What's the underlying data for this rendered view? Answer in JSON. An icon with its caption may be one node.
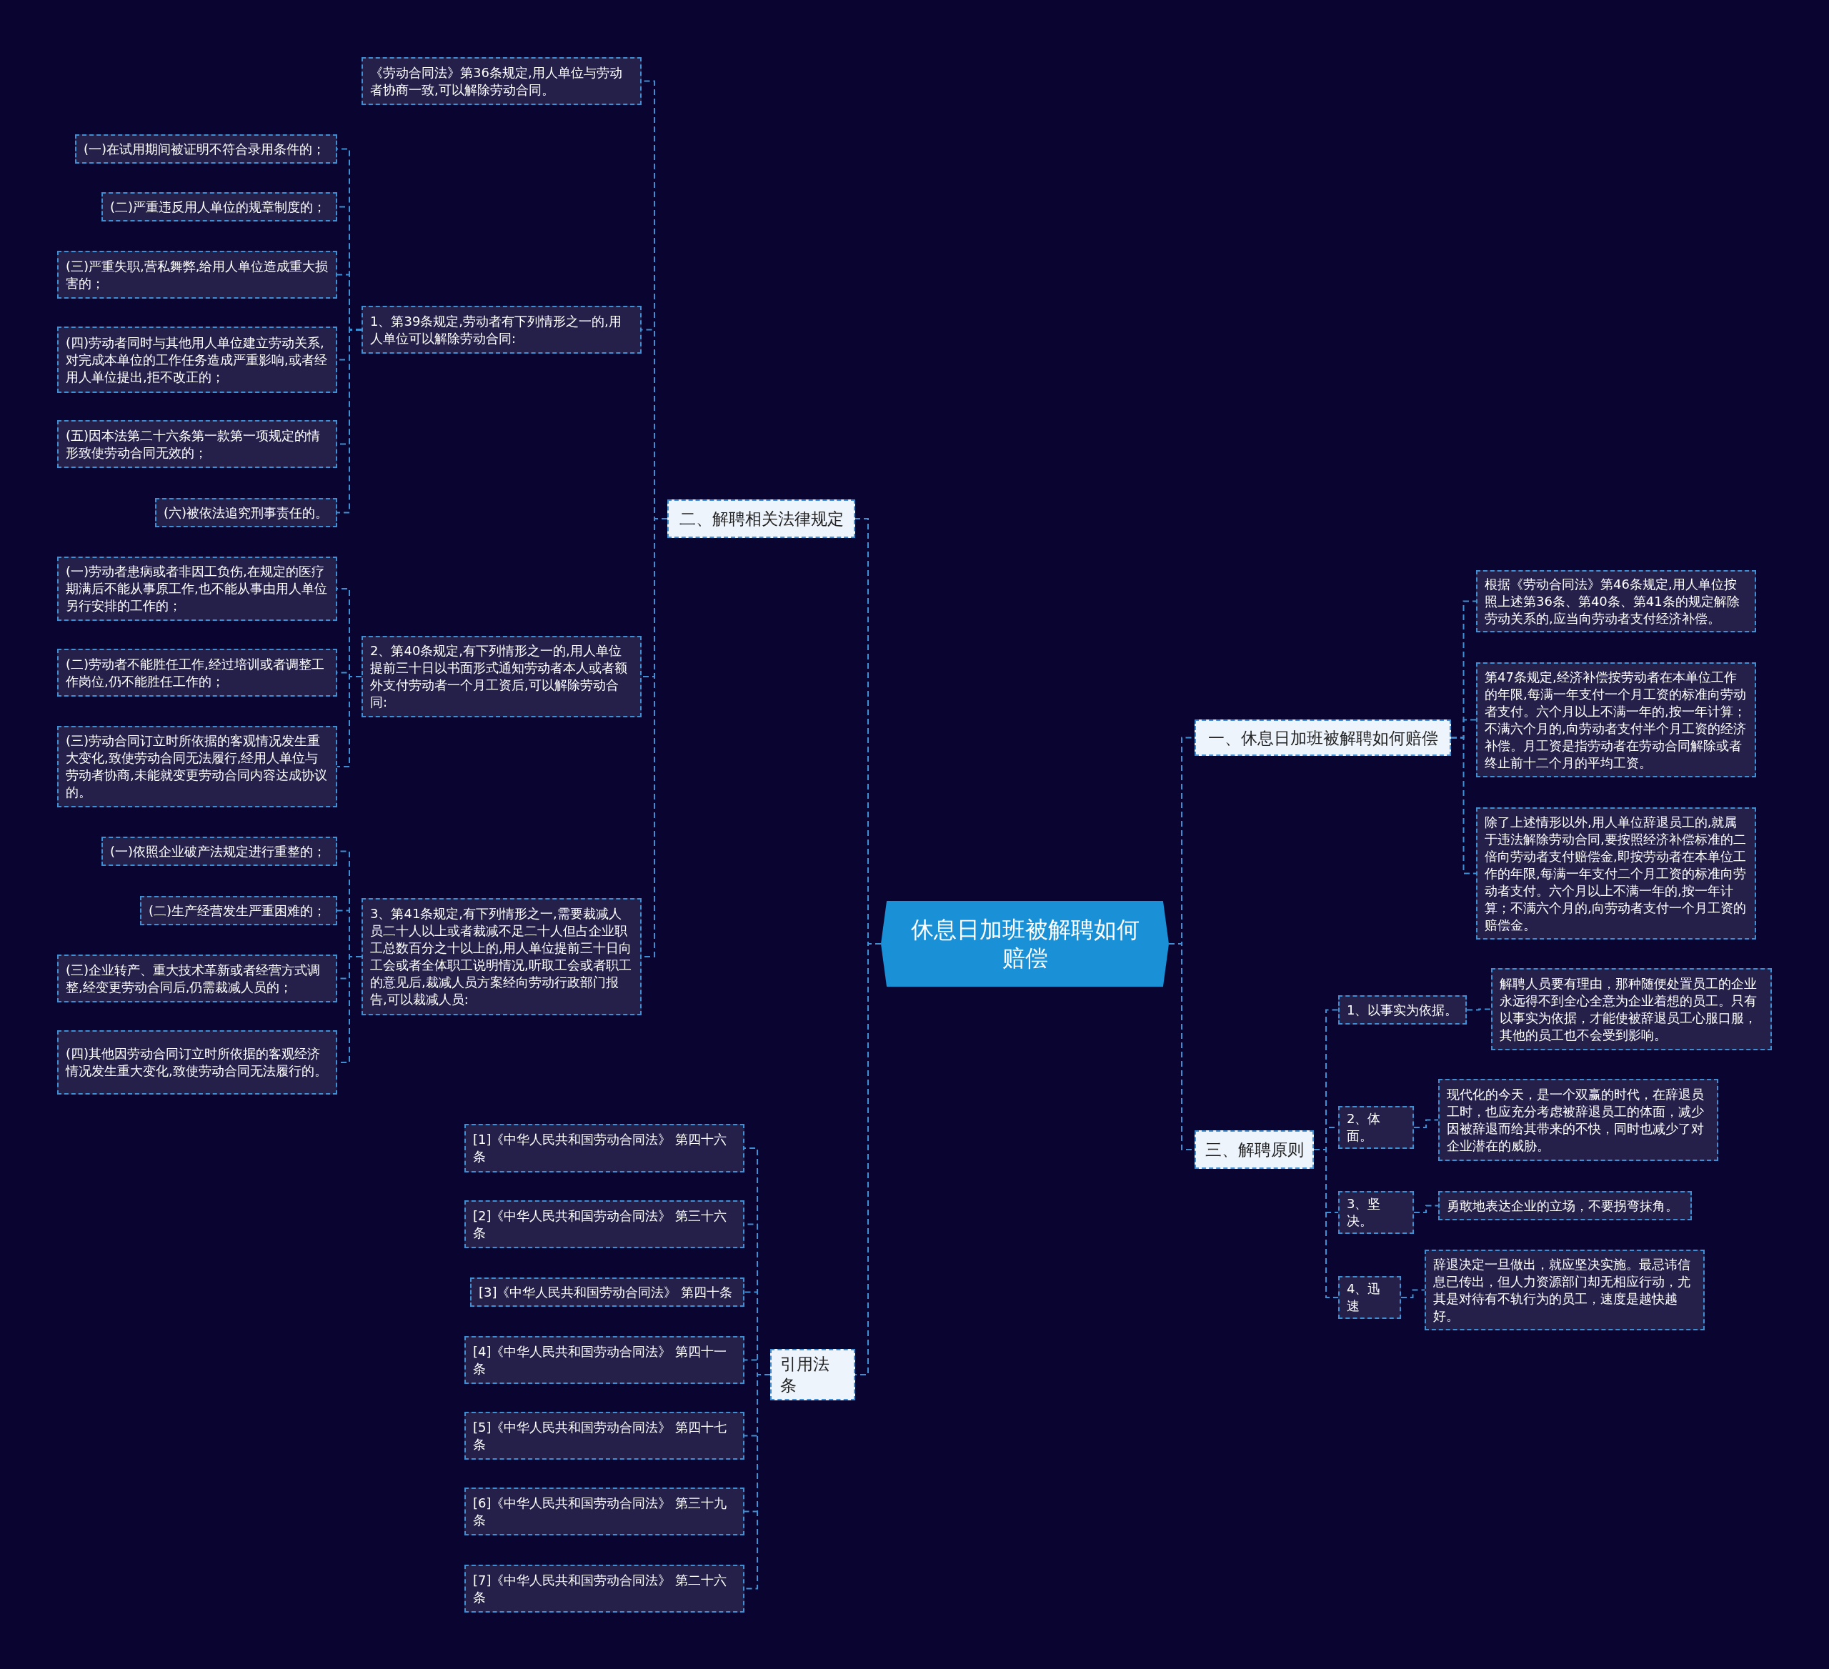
{
  "diagram": {
    "nodes": [
      {
        "text": [
          "休息日加班被解聘如何赔偿"
        ]
      },
      {
        "text": [
          "一、休息日加班被解聘如何赔偿"
        ]
      },
      {
        "text": [
          "根据《劳动合同法》第46条规定,用人单位按照上述第36条、第40条、第41条的规定解除劳动关系的,应当向劳动者支付经济补偿。"
        ]
      },
      {
        "text": [
          "第47条规定,经济补偿按劳动者在本单位工作的年限,每满一年支付一个月工资的标准向劳动者支付。六个月以上不满一年的,按一年计算；不满六个月的,向劳动者支付半个月工资的经济补偿。月工资是指劳动者在劳动合同解除或者终止前十二个月的平均工资。"
        ]
      },
      {
        "text": [
          "除了上述情形以外,用人单位辞退员工的,就属于违法解除劳动合同,要按照经济补偿标准的二倍向劳动者支付赔偿金,即按劳动者在本单位工作的年限,每满一年支付二个月工资的标准向劳动者支付。六个月以上不满一年的,按一年计算；不满六个月的,向劳动者支付一个月工资的赔偿金。"
        ]
      },
      {
        "text": [
          "二、解聘相关法律规定"
        ]
      },
      {
        "text": [
          "《劳动合同法》第36条规定,用人单位与劳动者协商一致,可以解除劳动合同。"
        ]
      },
      {
        "text": [
          "1、第39条规定,劳动者有下列情形之一的,用人单位可以解除劳动合同:"
        ]
      },
      {
        "text": [
          "(一)在试用期间被证明不符合录用条件的；"
        ]
      },
      {
        "text": [
          "(二)严重违反用人单位的规章制度的；"
        ]
      },
      {
        "text": [
          "(三)严重失职,营私舞弊,给用人单位造成重大损害的；"
        ]
      },
      {
        "text": [
          "(四)劳动者同时与其他用人单位建立劳动关系,对完成本单位的工作任务造成严重影响,或者经用人单位提出,拒不改正的；"
        ]
      },
      {
        "text": [
          "(五)因本法第二十六条第一款第一项规定的情形致使劳动合同无效的；"
        ]
      },
      {
        "text": [
          "(六)被依法追究刑事责任的。"
        ]
      },
      {
        "text": [
          "2、第40条规定,有下列情形之一的,用人单位提前三十日以书面形式通知劳动者本人或者额外支付劳动者一个月工资后,可以解除劳动合同:"
        ]
      },
      {
        "text": [
          "(一)劳动者患病或者非因工负伤,在规定的医疗期满后不能从事原工作,也不能从事由用人单位另行安排的工作的；"
        ]
      },
      {
        "text": [
          "(二)劳动者不能胜任工作,经过培训或者调整工作岗位,仍不能胜任工作的；"
        ]
      },
      {
        "text": [
          "(三)劳动合同订立时所依据的客观情况发生重大变化,致使劳动合同无法履行,经用人单位与劳动者协商,未能就变更劳动合同内容达成协议的。"
        ]
      },
      {
        "text": [
          "3、第41条规定,有下列情形之一,需要裁减人员二十人以上或者裁减不足二十人但占企业职工总数百分之十以上的,用人单位提前三十日向工会或者全体职工说明情况,听取工会或者职工的意见后,裁减人员方案经向劳动行政部门报告,可以裁减人员:"
        ]
      },
      {
        "text": [
          "(一)依照企业破产法规定进行重整的；"
        ]
      },
      {
        "text": [
          "(二)生产经营发生严重困难的；"
        ]
      },
      {
        "text": [
          "(三)企业转产、重大技术革新或者经营方式调整,经变更劳动合同后,仍需裁减人员的；"
        ]
      },
      {
        "text": [
          "(四)其他因劳动合同订立时所依据的客观经济情况发生重大变化,致使劳动合同无法履行的。"
        ]
      },
      {
        "text": [
          "三、解聘原则"
        ]
      },
      {
        "text": [
          "1、以事实为依据。"
        ]
      },
      {
        "text": [
          "解聘人员要有理由，那种随便处置员工的企业永远得不到全心全意为企业着想的员工。只有以事实为依据，才能使被辞退员工心服口服，其他的员工也不会受到影响。"
        ]
      },
      {
        "text": [
          "2、体面。"
        ]
      },
      {
        "text": [
          "现代化的今天，是一个双赢的时代，在辞退员工时，也应充分考虑被辞退员工的体面，减少因被辞退而给其带来的不快，同时也减少了对企业潜在的威胁。"
        ]
      },
      {
        "text": [
          "3、坚决。"
        ]
      },
      {
        "text": [
          "勇敢地表达企业的立场，不要拐弯抹角。"
        ]
      },
      {
        "text": [
          "4、迅速"
        ]
      },
      {
        "text": [
          "辞退决定一旦做出，就应坚决实施。最忌讳信息已传出，但人力资源部门却无相应行动，尤其是对待有不轨行为的员工，速度是越快越好。"
        ]
      },
      {
        "text": [
          "引用法条"
        ]
      },
      {
        "text": [
          "[1]《中华人民共和国劳动合同法》 第四十六条"
        ]
      },
      {
        "text": [
          "[2]《中华人民共和国劳动合同法》 第三十六条"
        ]
      },
      {
        "text": [
          "[3]《中华人民共和国劳动合同法》 第四十条"
        ]
      },
      {
        "text": [
          "[4]《中华人民共和国劳动合同法》 第四十一条"
        ]
      },
      {
        "text": [
          "[5]《中华人民共和国劳动合同法》 第四十七条"
        ]
      },
      {
        "text": [
          "[6]《中华人民共和国劳动合同法》 第三十九条"
        ]
      },
      {
        "text": [
          "[7]《中华人民共和国劳动合同法》 第二十六条"
        ]
      }
    ],
    "edges": [
      {
        "from": 0,
        "to": 1,
        "arrow": "none"
      },
      {
        "from": 1,
        "to": 2,
        "arrow": "none"
      },
      {
        "from": 1,
        "to": 3,
        "arrow": "none"
      },
      {
        "from": 1,
        "to": 4,
        "arrow": "none"
      },
      {
        "from": 0,
        "to": 5,
        "arrow": "none"
      },
      {
        "from": 5,
        "to": 6,
        "arrow": "none"
      },
      {
        "from": 5,
        "to": 7,
        "arrow": "none"
      },
      {
        "from": 7,
        "to": 8,
        "arrow": "none"
      },
      {
        "from": 7,
        "to": 9,
        "arrow": "none"
      },
      {
        "from": 7,
        "to": 10,
        "arrow": "none"
      },
      {
        "from": 7,
        "to": 11,
        "arrow": "none"
      },
      {
        "from": 7,
        "to": 12,
        "arrow": "none"
      },
      {
        "from": 7,
        "to": 13,
        "arrow": "none"
      },
      {
        "from": 5,
        "to": 14,
        "arrow": "none"
      },
      {
        "from": 14,
        "to": 15,
        "arrow": "none"
      },
      {
        "from": 14,
        "to": 16,
        "arrow": "none"
      },
      {
        "from": 14,
        "to": 17,
        "arrow": "none"
      },
      {
        "from": 5,
        "to": 18,
        "arrow": "none"
      },
      {
        "from": 18,
        "to": 19,
        "arrow": "none"
      },
      {
        "from": 18,
        "to": 20,
        "arrow": "none"
      },
      {
        "from": 18,
        "to": 21,
        "arrow": "none"
      },
      {
        "from": 18,
        "to": 22,
        "arrow": "none"
      },
      {
        "from": 0,
        "to": 23,
        "arrow": "none"
      },
      {
        "from": 23,
        "to": 24,
        "arrow": "none"
      },
      {
        "from": 24,
        "to": 25,
        "arrow": "none"
      },
      {
        "from": 23,
        "to": 26,
        "arrow": "none"
      },
      {
        "from": 26,
        "to": 27,
        "arrow": "none"
      },
      {
        "from": 23,
        "to": 28,
        "arrow": "none"
      },
      {
        "from": 28,
        "to": 29,
        "arrow": "none"
      },
      {
        "from": 23,
        "to": 30,
        "arrow": "none"
      },
      {
        "from": 30,
        "to": 31,
        "arrow": "none"
      },
      {
        "from": 0,
        "to": 32,
        "arrow": "none"
      },
      {
        "from": 32,
        "to": 33,
        "arrow": "none"
      },
      {
        "from": 32,
        "to": 34,
        "arrow": "none"
      },
      {
        "from": 32,
        "to": 35,
        "arrow": "none"
      },
      {
        "from": 32,
        "to": 36,
        "arrow": "none"
      },
      {
        "from": 32,
        "to": 37,
        "arrow": "none"
      },
      {
        "from": 32,
        "to": 38,
        "arrow": "none"
      },
      {
        "from": 32,
        "to": 39,
        "arrow": "none"
      }
    ]
  }
}
